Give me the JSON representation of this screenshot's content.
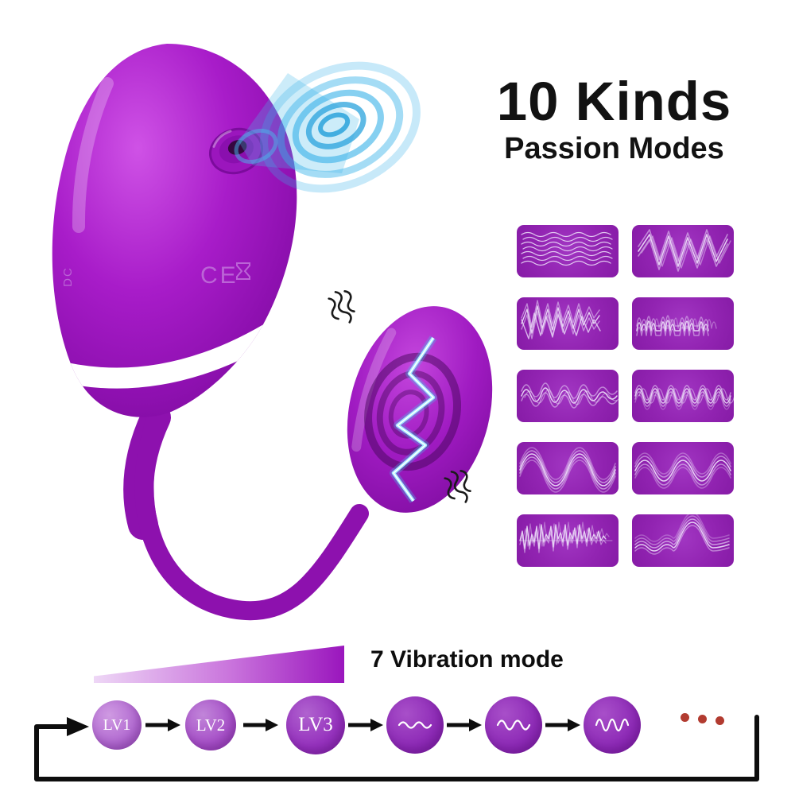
{
  "title": {
    "line1": "10 Kinds",
    "line2": "Passion Modes"
  },
  "modes_panel": {
    "count": 10,
    "tiles": [
      {
        "icon": "waveform-ripple-stack-icon"
      },
      {
        "icon": "waveform-sharp-zigzag-icon"
      },
      {
        "icon": "waveform-chaotic-scribble-icon"
      },
      {
        "icon": "waveform-wave-burst-icon"
      },
      {
        "icon": "waveform-loose-scribble-icon"
      },
      {
        "icon": "waveform-dense-sine-icon"
      },
      {
        "icon": "waveform-large-sine-icon"
      },
      {
        "icon": "waveform-smooth-sine-icon"
      },
      {
        "icon": "waveform-erratic-spike-icon"
      },
      {
        "icon": "waveform-crescendo-icon"
      }
    ]
  },
  "product": {
    "markings": {
      "ce": "CE",
      "dc": "DC"
    }
  },
  "vibration_section": {
    "heading": "7 Vibration mode"
  },
  "flow": {
    "steps": [
      {
        "type": "level",
        "label": "LV1"
      },
      {
        "type": "level",
        "label": "LV2"
      },
      {
        "type": "level",
        "label": "LV3"
      },
      {
        "type": "wave",
        "icon": "wave-gentle-icon"
      },
      {
        "type": "wave",
        "icon": "wave-medium-icon"
      },
      {
        "type": "wave",
        "icon": "wave-strong-icon"
      }
    ],
    "continuation_dots": 3
  },
  "colors": {
    "device_purple": "#9a16bd",
    "tile_purple": "#9224b2",
    "waveform_stroke": "#ead9f7",
    "suction_blue": "#35b1e8",
    "text_black": "#111111",
    "dot_red": "#b23b30"
  }
}
